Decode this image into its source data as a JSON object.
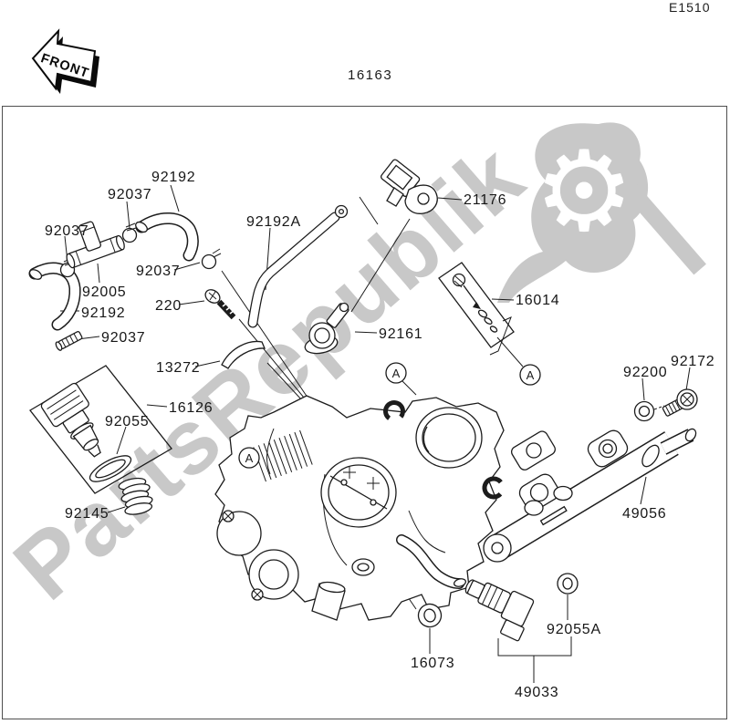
{
  "page": {
    "code_top_right": "E1510",
    "front_label": "FRONT",
    "assembly_number": "16163"
  },
  "watermark": {
    "text": "PartsRepublik",
    "gear_icon": "⚙",
    "color": "#c8c8c8"
  },
  "diagram": {
    "ref_marker": "A",
    "line_color": "#1c1c1c",
    "border_color": "#4f4f4f",
    "labels": [
      {
        "part": "92192",
        "text": "92192"
      },
      {
        "part": "92037",
        "text": "92037"
      },
      {
        "part": "92037",
        "text": "92037"
      },
      {
        "part": "92005",
        "text": "92005"
      },
      {
        "part": "92192",
        "text": "92192"
      },
      {
        "part": "92037",
        "text": "92037"
      },
      {
        "part": "92037",
        "text": "92037"
      },
      {
        "part": "220",
        "text": "220"
      },
      {
        "part": "13272",
        "text": "13272"
      },
      {
        "part": "16126",
        "text": "16126"
      },
      {
        "part": "92055",
        "text": "92055"
      },
      {
        "part": "92145",
        "text": "92145"
      },
      {
        "part": "92192A",
        "text": "92192A"
      },
      {
        "part": "21176",
        "text": "21176"
      },
      {
        "part": "16014",
        "text": "16014"
      },
      {
        "part": "92161",
        "text": "92161"
      },
      {
        "part": "92200",
        "text": "92200"
      },
      {
        "part": "92172",
        "text": "92172"
      },
      {
        "part": "49056",
        "text": "49056"
      },
      {
        "part": "16073",
        "text": "16073"
      },
      {
        "part": "92055A",
        "text": "92055A"
      },
      {
        "part": "49033",
        "text": "49033"
      }
    ]
  }
}
